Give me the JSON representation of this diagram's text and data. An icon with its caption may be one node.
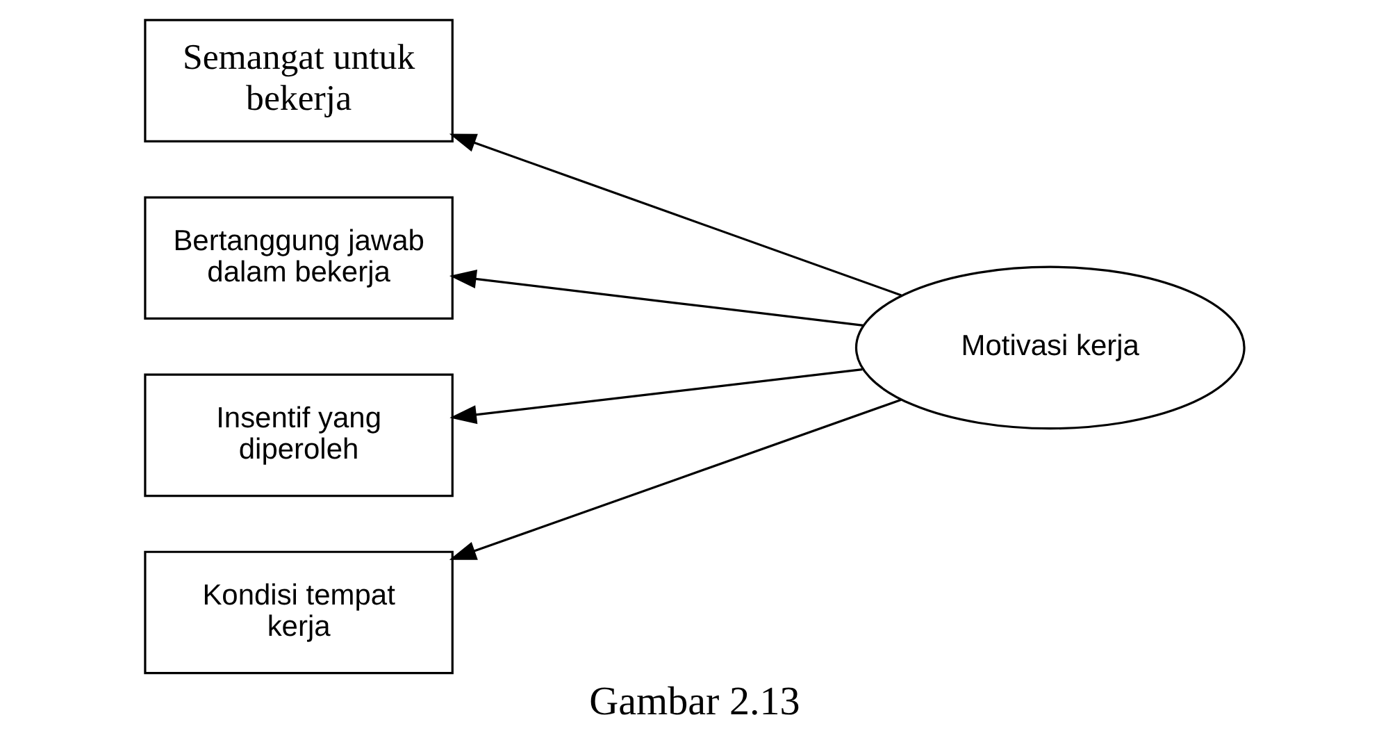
{
  "diagram": {
    "caption": "Gambar 2.13",
    "nodes": [
      {
        "text": [
          "Semangat untuk bekerja"
        ]
      },
      {
        "text": [
          "Bertanggung jawab dalam bekerja"
        ]
      },
      {
        "text": [
          "Insentif yang diperoleh"
        ]
      },
      {
        "text": [
          "Kondisi tempat kerja"
        ]
      },
      {
        "text": [
          "Motivasi kerja"
        ]
      }
    ],
    "edges": [
      {
        "from": 4,
        "to": 0,
        "arrow": "to"
      },
      {
        "from": 4,
        "to": 1,
        "arrow": "to"
      },
      {
        "from": 4,
        "to": 2,
        "arrow": "to"
      },
      {
        "from": 4,
        "to": 3,
        "arrow": "to"
      }
    ]
  }
}
